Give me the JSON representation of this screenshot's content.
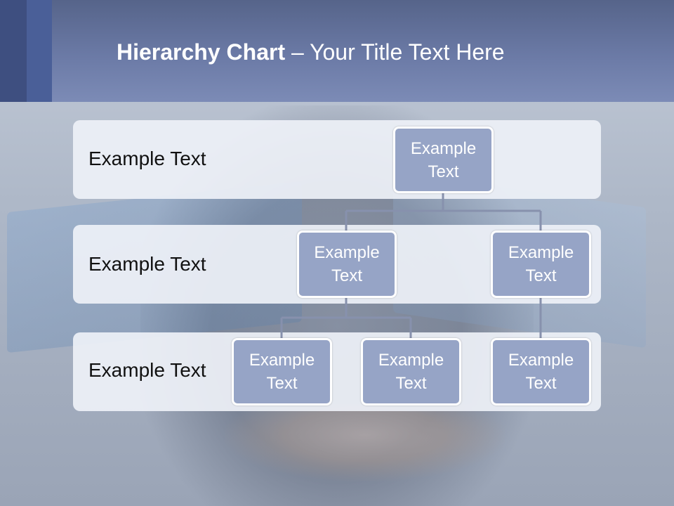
{
  "title": {
    "bold": "Hierarchy Chart",
    "dash": " – ",
    "rest": "Your Title Text Here"
  },
  "rows": [
    {
      "label": "Example Text"
    },
    {
      "label": "Example Text"
    },
    {
      "label": "Example Text"
    }
  ],
  "nodes": {
    "top": "Example Text",
    "mid_left": "Example Text",
    "mid_right": "Example Text",
    "bottom_left": "Example Text",
    "bottom_center": "Example Text",
    "bottom_right": "Example Text"
  },
  "colors": {
    "header": "#6b7aa6",
    "node_fill": "#96a4c6",
    "connector": "#8791ad"
  }
}
